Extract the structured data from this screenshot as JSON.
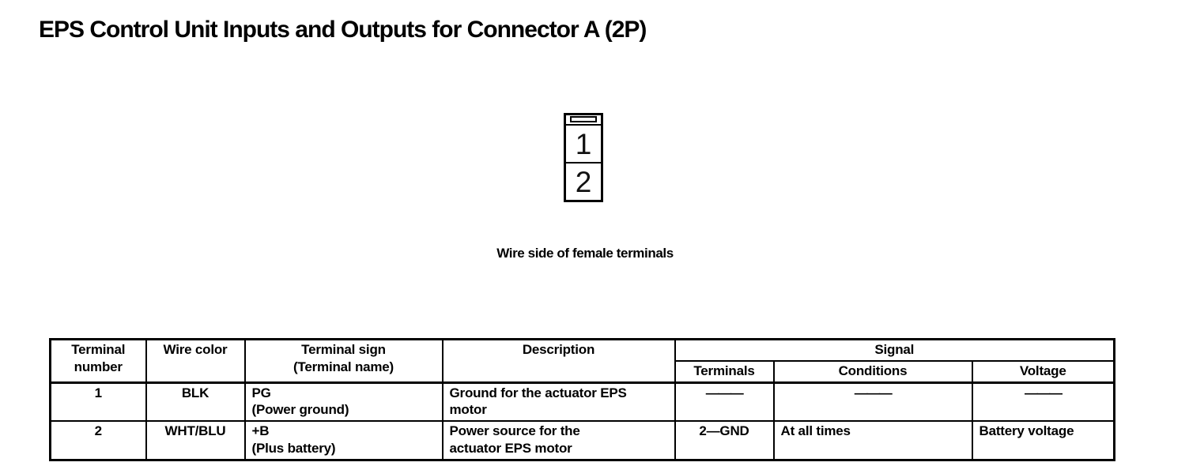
{
  "page": {
    "title": "EPS Control Unit Inputs and Outputs for Connector A (2P)"
  },
  "colors": {
    "ink": "#000000",
    "paper": "#ffffff"
  },
  "connector": {
    "pins": [
      "1",
      "2"
    ],
    "caption": "Wire side of female terminals"
  },
  "table": {
    "headers": {
      "terminal_number": "Terminal\nnumber",
      "wire_color": "Wire color",
      "terminal_sign": "Terminal sign\n(Terminal name)",
      "description": "Description",
      "signal": "Signal",
      "terminals": "Terminals",
      "conditions": "Conditions",
      "voltage": "Voltage"
    },
    "rows": [
      {
        "terminal_number": "1",
        "wire_color": "BLK",
        "terminal_sign": "PG\n(Power ground)",
        "description": "Ground for the actuator EPS\nmotor",
        "terminals": "———",
        "conditions": "———",
        "voltage": "———"
      },
      {
        "terminal_number": "2",
        "wire_color": "WHT/BLU",
        "terminal_sign": "+B\n(Plus battery)",
        "description": "Power source for the\nactuator EPS motor",
        "terminals": "2—GND",
        "conditions": "At all times",
        "voltage": "Battery voltage"
      }
    ]
  }
}
